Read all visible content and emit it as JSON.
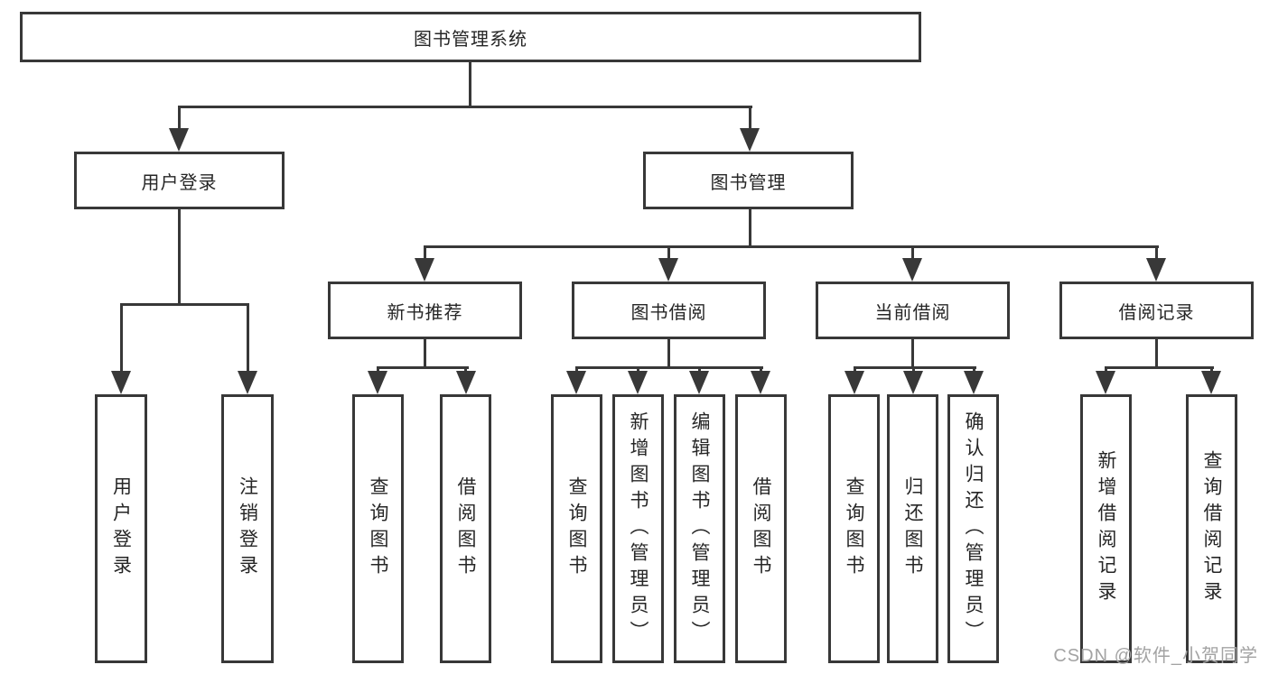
{
  "tree": {
    "root": {
      "label": "图书管理系统",
      "children": [
        {
          "label": "用户登录",
          "children": [
            {
              "label": "用户登录"
            },
            {
              "label": "注销登录"
            }
          ]
        },
        {
          "label": "图书管理",
          "children": [
            {
              "label": "新书推荐",
              "children": [
                {
                  "label": "查询图书"
                },
                {
                  "label": "借阅图书"
                }
              ]
            },
            {
              "label": "图书借阅",
              "children": [
                {
                  "label": "查询图书"
                },
                {
                  "label": "新增图书（管理员）"
                },
                {
                  "label": "编辑图书（管理员）"
                },
                {
                  "label": "借阅图书"
                }
              ]
            },
            {
              "label": "当前借阅",
              "children": [
                {
                  "label": "查询图书"
                },
                {
                  "label": "归还图书"
                },
                {
                  "label": "确认归还（管理员）"
                }
              ]
            },
            {
              "label": "借阅记录",
              "children": [
                {
                  "label": "新增借阅记录"
                },
                {
                  "label": "查询借阅记录"
                }
              ]
            }
          ]
        }
      ]
    }
  },
  "watermark": {
    "text": "CSDN @软件_小贺同学"
  },
  "colors": {
    "line": "#383838",
    "box_border": "#383838",
    "text": "#262626",
    "watermark": "#a3a3a3",
    "background": "#ffffff"
  }
}
